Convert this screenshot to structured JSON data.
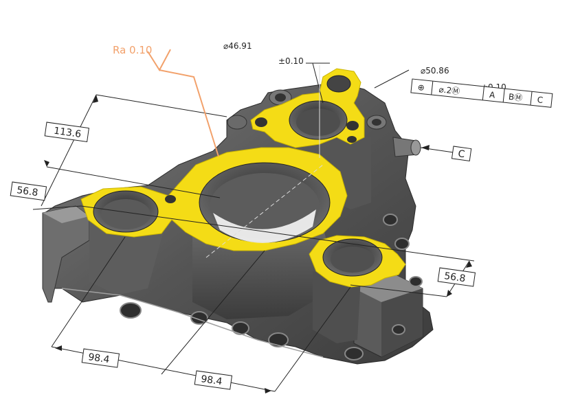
{
  "surface_finish": {
    "label": "Ra 0.10"
  },
  "bores": {
    "small_bore": {
      "diameter": "⌀46.91",
      "tolerance": "±0.10"
    },
    "large_bore": {
      "diameter": "⌀50.86",
      "tolerance": "±0.10"
    }
  },
  "gdt_frame": {
    "cells": [
      "⊕",
      "⌀.2Ⓜ",
      "A",
      "BⓂ",
      "C"
    ]
  },
  "datum": {
    "label": "C"
  },
  "dimensions": {
    "vertical_long": "113.6",
    "vertical_short": "56.8",
    "right_offset": "56.8",
    "bottom_left": "98.4",
    "bottom_right": "98.4"
  },
  "colors": {
    "part": "#5a5a5a",
    "part_dark": "#3a3a3a",
    "part_light": "#8a8a8a",
    "highlight": "#f4dc16",
    "finish_callout": "#f2a16b"
  }
}
